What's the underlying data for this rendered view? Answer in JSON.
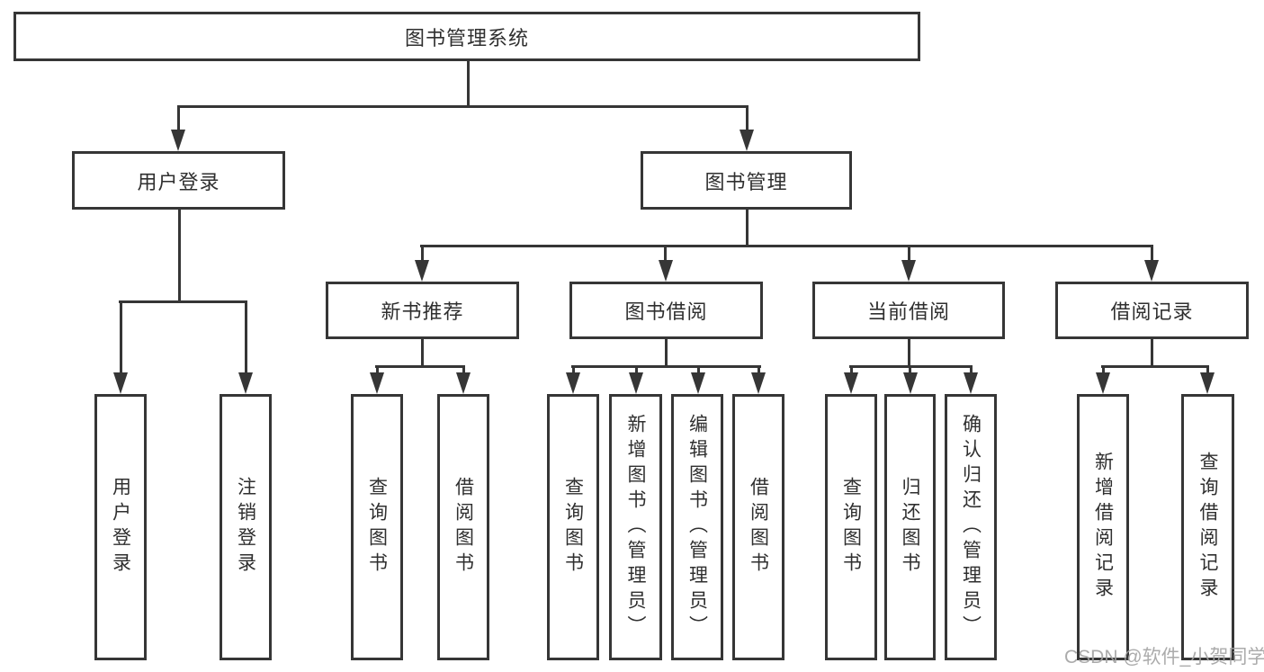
{
  "diagram": {
    "root": {
      "label": "图书管理系统"
    },
    "level2": {
      "user_login": {
        "label": "用户登录"
      },
      "book_mgmt": {
        "label": "图书管理"
      }
    },
    "level3": {
      "new_book_rec": {
        "label": "新书推荐"
      },
      "book_borrow": {
        "label": "图书借阅"
      },
      "current_borrow": {
        "label": "当前借阅"
      },
      "borrow_record": {
        "label": "借阅记录"
      }
    },
    "leaves": {
      "user_login": {
        "label": "用户登录"
      },
      "logout": {
        "label": "注销登录"
      },
      "rec_query": {
        "label": "查询图书"
      },
      "rec_borrow": {
        "label": "借阅图书"
      },
      "bb_query": {
        "label": "查询图书"
      },
      "bb_add": {
        "label": "新增图书（管理员）"
      },
      "bb_edit": {
        "label": "编辑图书（管理员）"
      },
      "bb_borrow": {
        "label": "借阅图书"
      },
      "cb_query": {
        "label": "查询图书"
      },
      "cb_return": {
        "label": "归还图书"
      },
      "cb_confirm": {
        "label": "确认归还（管理员）"
      },
      "br_add": {
        "label": "新增借阅记录"
      },
      "br_query": {
        "label": "查询借阅记录"
      }
    },
    "watermark": {
      "text": "CSDN @软件_小贺同学"
    },
    "colors": {
      "line": "#363636",
      "text": "#2f2f2f",
      "watermark": "#a3a3a3",
      "background": "#ffffff"
    }
  }
}
